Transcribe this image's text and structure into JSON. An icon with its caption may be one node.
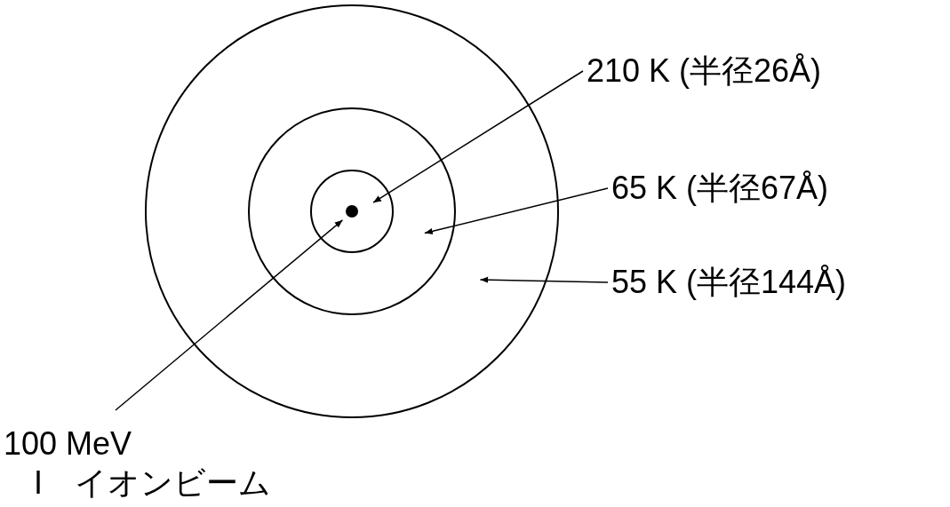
{
  "diagram": {
    "nodes": [
      {
        "text": [],
        "shape": "circle"
      },
      {
        "text": [],
        "shape": "circle",
        "in": 0
      },
      {
        "text": [],
        "shape": "circle",
        "in": 1
      },
      {
        "text": [],
        "shape": "circle",
        "in": 2
      },
      {
        "text": [
          "210 K (半径26Å)"
        ]
      },
      {
        "text": [
          "65 K (半径67Å)"
        ]
      },
      {
        "text": [
          "55 K (半径144Å)"
        ]
      },
      {
        "text": [
          "100 MeV",
          "I　イオンビーム"
        ]
      }
    ],
    "edges": [
      {
        "from": 4,
        "to": 2,
        "arrow": "to"
      },
      {
        "from": 5,
        "to": 1,
        "arrow": "to"
      },
      {
        "from": 6,
        "to": 0,
        "arrow": "to"
      },
      {
        "from": 7,
        "to": 3,
        "arrow": "to"
      }
    ]
  }
}
